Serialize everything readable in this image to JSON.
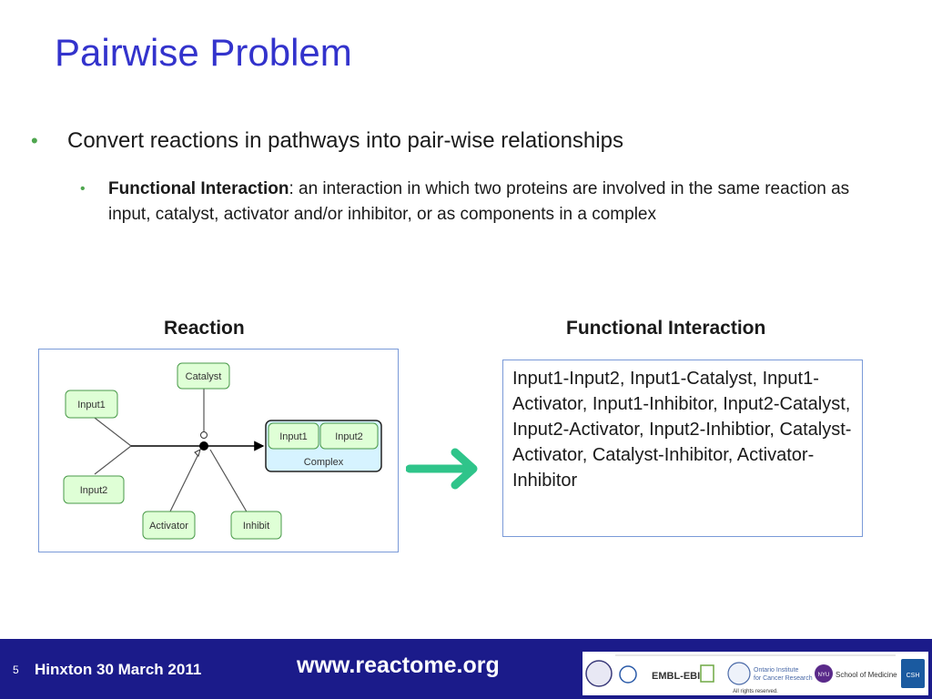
{
  "slide": {
    "title": "Pairwise Problem",
    "bullet1": "Convert reactions in pathways into pair-wise relationships",
    "bullet2_term": "Functional Interaction",
    "bullet2_text": ": an interaction in which two proteins are involved in the same reaction as input, catalyst, activator and/or inhibitor, or as components in a complex"
  },
  "reaction": {
    "heading": "Reaction",
    "nodes": {
      "catalyst": "Catalyst",
      "input1": "Input1",
      "input2": "Input2",
      "activator": "Activator",
      "inhibit": "Inhibit",
      "complex_input1": "Input1",
      "complex_input2": "Input2",
      "complex": "Complex"
    },
    "colors": {
      "node_fill": "#dfffd6",
      "node_stroke": "#4a9a4a",
      "complex_fill": "#d6f3ff",
      "complex_stroke": "#222222"
    }
  },
  "functional_interaction": {
    "heading": "Functional Interaction",
    "text": "Input1-Input2, Input1-Catalyst, Input1-Activator, Input1-Inhibitor, Input2-Catalyst, Input2-Activator, Input2-Inhibtior, Catalyst-Activator, Catalyst-Inhibitor, Activator-Inhibitor"
  },
  "arrow_color": "#2fc48a",
  "footer": {
    "slide_number": "5",
    "event": "Hinxton 30 March 2011",
    "url": "www.reactome.org",
    "logos": {
      "embl_ebi": "EMBL-EBI",
      "oicr_line1": "Ontario Institute",
      "oicr_line2": "for Cancer Research",
      "nyu": "NYU",
      "nyu_school": "School of Medicine",
      "csh": "CSH",
      "rights": "All rights reserved."
    }
  }
}
